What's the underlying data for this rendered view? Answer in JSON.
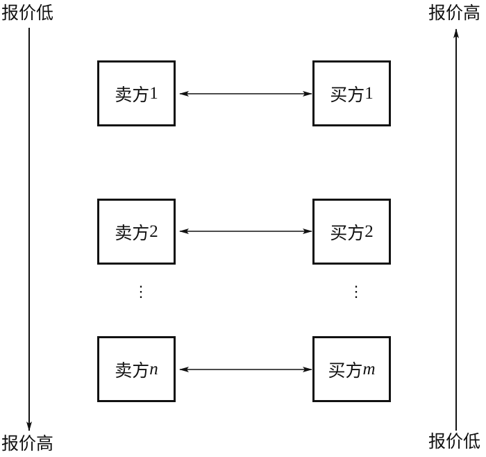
{
  "left_axis": {
    "top_label": "报价低",
    "bottom_label": "报价高"
  },
  "right_axis": {
    "top_label": "报价高",
    "bottom_label": "报价低"
  },
  "sellers": [
    {
      "name": "卖方",
      "index": "1"
    },
    {
      "name": "卖方",
      "index": "2"
    },
    {
      "name": "卖方",
      "index": "n"
    }
  ],
  "buyers": [
    {
      "name": "买方",
      "index": "1"
    },
    {
      "name": "买方",
      "index": "2"
    },
    {
      "name": "买方",
      "index": "m"
    }
  ],
  "ellipsis": "⋮"
}
